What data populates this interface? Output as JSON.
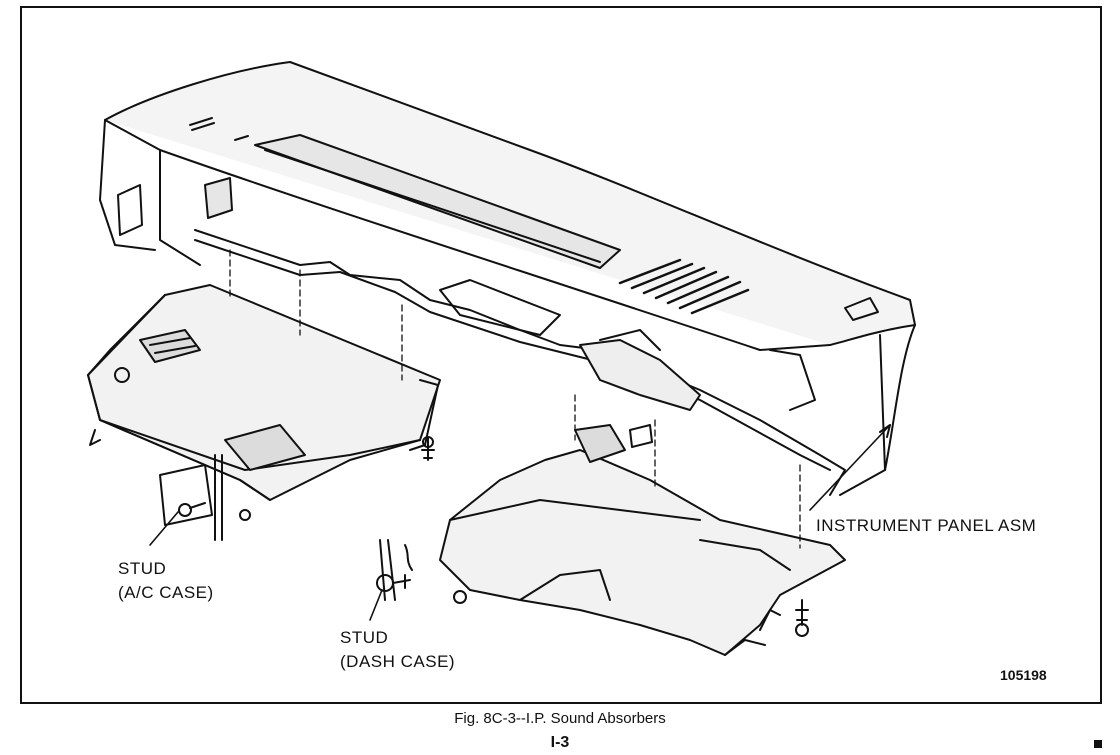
{
  "labels": {
    "instrument_panel": "INSTRUMENT PANEL ASM",
    "stud_ac_line1": "STUD",
    "stud_ac_line2": "(A/C CASE)",
    "stud_dash_line1": "STUD",
    "stud_dash_line2": "(DASH CASE)"
  },
  "figure_number": "105198",
  "caption": "Fig. 8C-3--I.P. Sound Absorbers",
  "page_number": "I-3"
}
